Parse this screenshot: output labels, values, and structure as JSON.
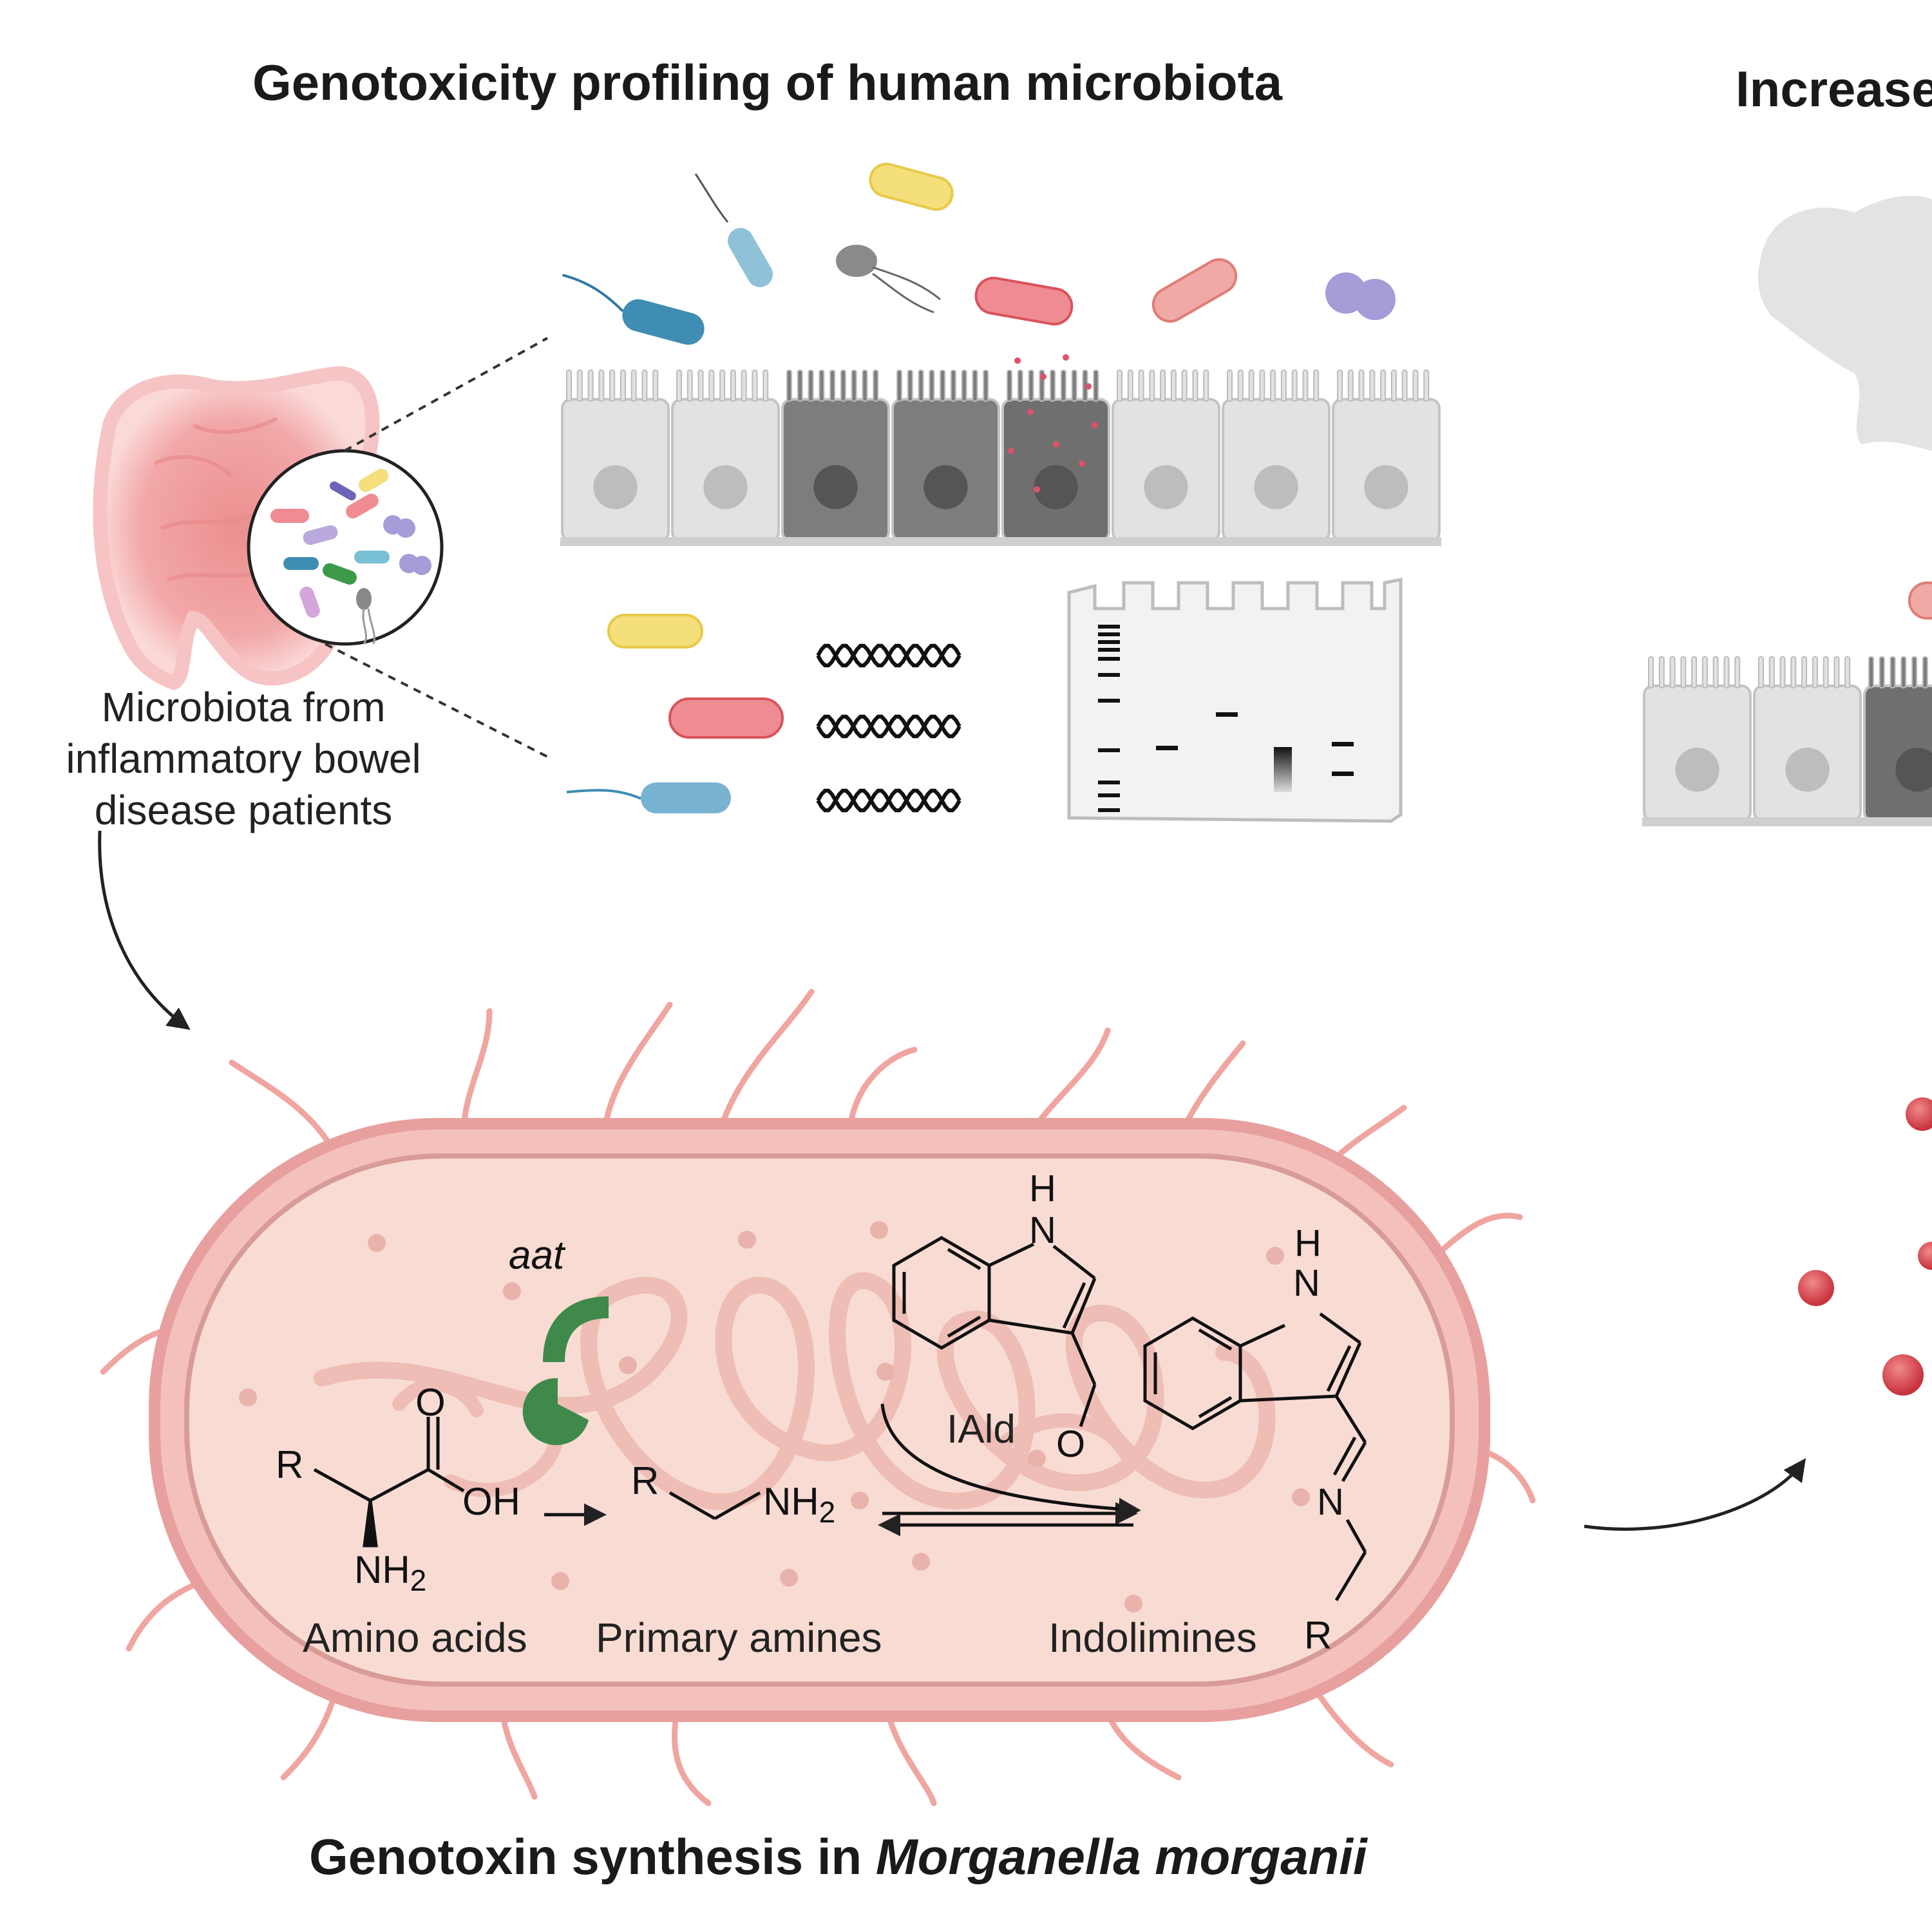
{
  "titles": {
    "left": "Genotoxicity profiling of human microbiota",
    "right_cut": "Increase",
    "bottom_prefix": "Genotoxin synthesis in ",
    "bottom_species": "Morganella morganii"
  },
  "labels": {
    "microbiota_line1": "Microbiota from",
    "microbiota_line2": "inflammatory bowel",
    "microbiota_line3": "disease patients",
    "gene": "aat",
    "iald": "IAld",
    "amino_acids": "Amino acids",
    "primary_amines": "Primary amines",
    "indolimines": "Indolimines"
  },
  "chem": {
    "R": "R",
    "O": "O",
    "OH": "OH",
    "NH": "NH",
    "sub2": "2",
    "H": "H",
    "N": "N"
  },
  "colors": {
    "gut": "#f0a5a5",
    "cell_light": "#e2e2e2",
    "cell_dark": "#7c7c7c",
    "bacterium_wall": "#e9a2a0",
    "bacterium_fill": "#f7d9d2",
    "enzyme": "#3f8a4a",
    "dots": "#d9536a"
  }
}
